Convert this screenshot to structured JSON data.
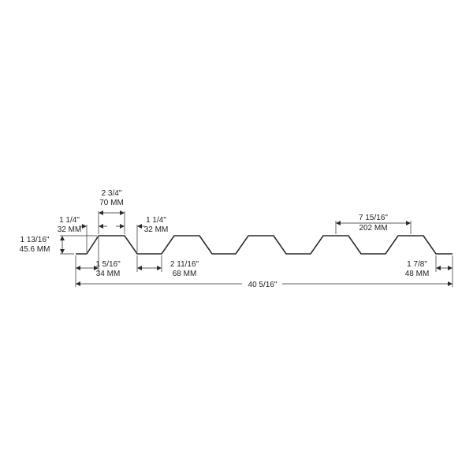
{
  "diagram": {
    "dimensions": {
      "top_flat": {
        "imperial": "2 3/4\"",
        "metric": "70 MM"
      },
      "left_web": {
        "imperial": "1 1/4\"",
        "metric": "32 MM"
      },
      "right_web": {
        "imperial": "1 1/4\"",
        "metric": "32 MM"
      },
      "height": {
        "imperial": "1 13/16\"",
        "metric": "45.6 MM"
      },
      "edge_lap": {
        "imperial": "1 5/16\"",
        "metric": "34 MM"
      },
      "bottom_flat": {
        "imperial": "2 11/16\"",
        "metric": "68 MM"
      },
      "rib_pitch": {
        "imperial": "7 15/16\"",
        "metric": "202 MM"
      },
      "end_lap": {
        "imperial": "1 7/8\"",
        "metric": "48 MM"
      },
      "overall_width": {
        "imperial": "40 5/16\""
      }
    }
  }
}
